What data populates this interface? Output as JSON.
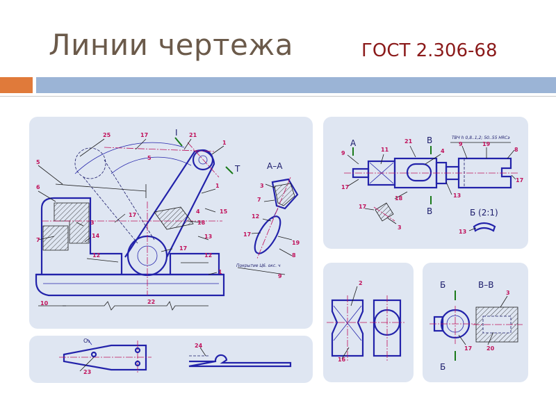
{
  "header": {
    "title": "Линии чертежа",
    "subtitle": "ГОСТ 2.306-68"
  },
  "colors": {
    "title": "#6b5a4a",
    "subtitle": "#8b1a1a",
    "accent_orange": "#e07a3a",
    "accent_blue": "#9bb4d6",
    "panel": "#dfe6f2",
    "callout": "#c0105a",
    "contour": "#2222aa"
  },
  "panel_main": {
    "letters": {
      "i_mark": "I",
      "t_mark": "Т",
      "section": "А–А"
    },
    "numbers": [
      "25",
      "17",
      "21",
      "1",
      "5",
      "5",
      "6",
      "1",
      "3",
      "4",
      "15",
      "17",
      "18",
      "7",
      "14",
      "13",
      "12",
      "17",
      "12",
      "1",
      "10",
      "22",
      "3",
      "7",
      "12",
      "17",
      "19",
      "8",
      "9"
    ],
    "note": "Покрытие Ц6. окс. ч"
  },
  "panel_top_right": {
    "letters": {
      "a_mark": "А",
      "v_mark": "В",
      "v_mark2": "В",
      "view": "Б (2:1)"
    },
    "numbers": [
      "21",
      "9",
      "11",
      "4",
      "17",
      "18",
      "17",
      "13",
      "3",
      "9",
      "19",
      "8",
      "17",
      "13"
    ],
    "note": "ТВЧ h 0,8..1,2; 50..55 HRCэ"
  },
  "panel_small_a": {
    "numbers": [
      "23"
    ],
    "mark": "О₃"
  },
  "panel_small_b": {
    "numbers": [
      "24"
    ]
  },
  "panel_mid": {
    "numbers": [
      "2",
      "16"
    ]
  },
  "panel_section": {
    "letters": {
      "b_mark": "Б",
      "b_mark2": "Б",
      "section": "В–В"
    },
    "numbers": [
      "3",
      "17",
      "20"
    ]
  }
}
